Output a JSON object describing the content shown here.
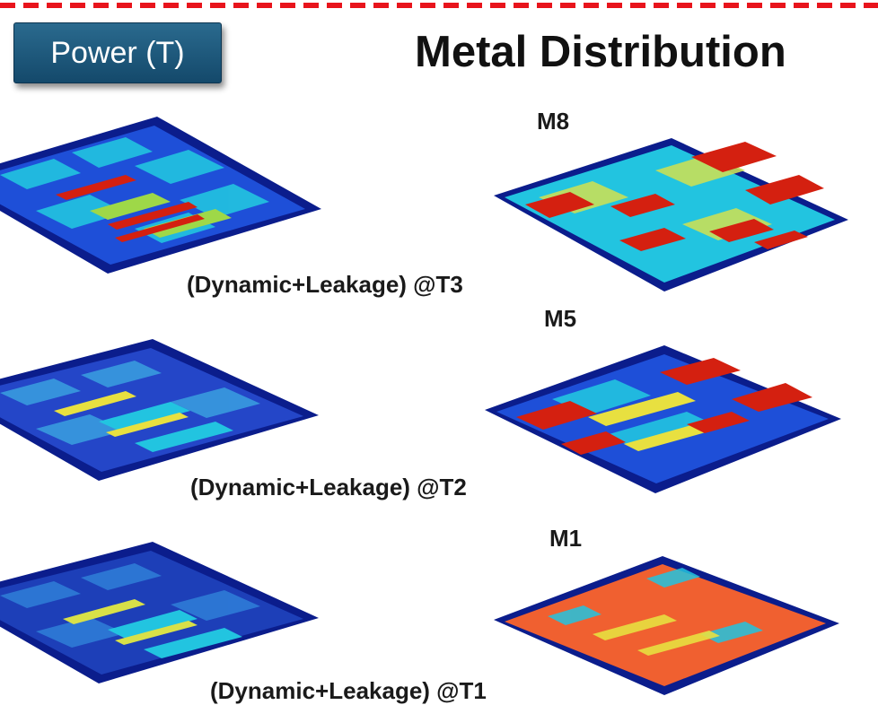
{
  "header": {
    "power_tag": "Power (T)",
    "title": "Metal Distribution"
  },
  "power_maps": [
    {
      "caption": "(Dynamic+Leakage) @T3"
    },
    {
      "caption": "(Dynamic+Leakage) @T2"
    },
    {
      "caption": "(Dynamic+Leakage) @T1"
    }
  ],
  "metal_maps": [
    {
      "layer": "M8"
    },
    {
      "layer": "M5"
    },
    {
      "layer": "M1"
    }
  ],
  "colors": {
    "border_dash": "#e8141c",
    "tag_bg": "#1f5c82",
    "die_base": "#0b1d8c",
    "heat_low": "#1e4fd8",
    "heat_mid": "#22c4e0",
    "heat_warm": "#e8e040",
    "heat_hot": "#d42010",
    "m1_fill": "#f06030"
  }
}
